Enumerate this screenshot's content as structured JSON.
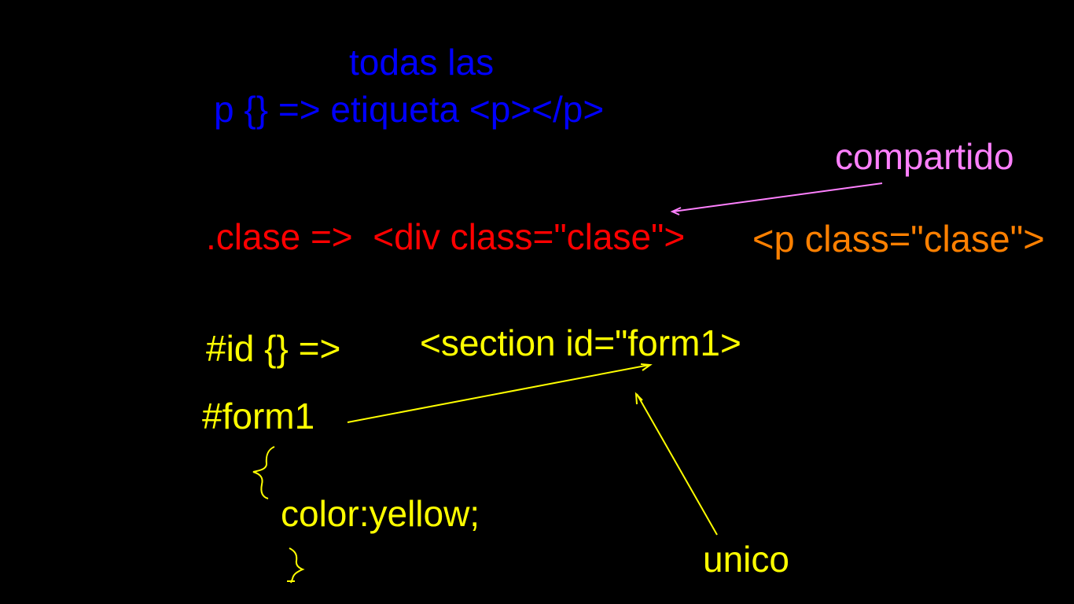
{
  "colors": {
    "background": "#000000",
    "element_selector": "#0000ff",
    "class_selector": "#ff0000",
    "shared_note": "#ff80ff",
    "second_example": "#ff8000",
    "id_selector": "#ffff00"
  },
  "element_selector": {
    "note": "todas las",
    "line": "p {} => etiqueta <p></p>"
  },
  "class_selector": {
    "line": ".clase =>  <div class=\"clase\">",
    "second_example": "<p class=\"clase\">",
    "note": "compartido"
  },
  "id_selector": {
    "line": "#id {} =>",
    "example": "<section id=\"form1>",
    "rule_selector": "#form1",
    "declaration": "color:yellow;",
    "note": "unico"
  }
}
